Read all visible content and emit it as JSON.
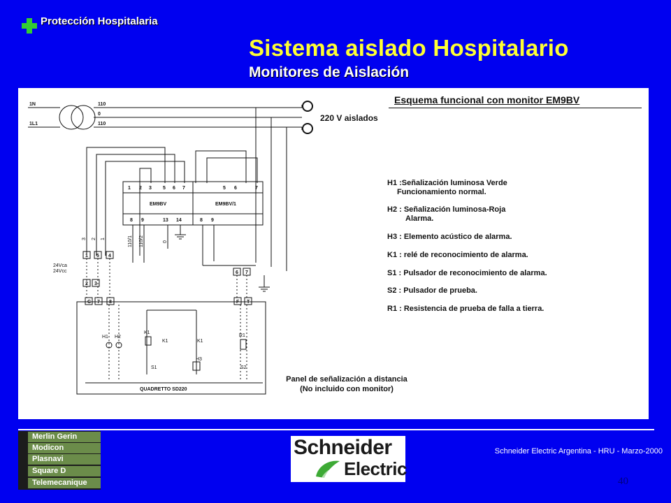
{
  "header": {
    "brand": "Protección Hospitalaria",
    "title": "Sistema aislado Hospitalario",
    "subtitle": "Monitores de Aislación"
  },
  "diagram": {
    "schema_title": "Esquema funcional con monitor EM9BV",
    "voltage_label": "220 V aislados",
    "panel_caption_line1": "Panel de señalización a distancia",
    "panel_caption_line2": "(No incluido con monitor)",
    "legend": [
      {
        "line1": "H1 :Señalización luminosa Verde",
        "line2": "Funcionamiento normal."
      },
      {
        "line1": "H2 : Señalización luminosa-Roja",
        "line2": "Alarma."
      },
      {
        "line1": "H3 : Elemento acústico de alarma.",
        "line2": ""
      },
      {
        "line1": "K1 : relé de reconocimiento de alarma.",
        "line2": ""
      },
      {
        "line1": "S1 : Pulsador de reconocimiento de alarma.",
        "line2": ""
      },
      {
        "line1": "S2 : Pulsador de prueba.",
        "line2": ""
      },
      {
        "line1": "R1 : Resistencia de prueba de falla a tierra.",
        "line2": ""
      }
    ],
    "schematic": {
      "line_labels": [
        "1N",
        "1L1",
        "110",
        "0",
        "110"
      ],
      "device1": "EM9BV",
      "device2": "EM9BV/1",
      "top_terminals_1": [
        "1",
        "2",
        "3",
        "5",
        "6",
        "7"
      ],
      "top_terminals_2": [
        "5",
        "6",
        "7"
      ],
      "bottom_terminals_1": [
        "8",
        "9",
        "13",
        "14"
      ],
      "bottom_terminals_2": [
        "8",
        "9"
      ],
      "wire_labels": [
        "3",
        "2",
        "1",
        "110/1",
        "110/2",
        "0"
      ],
      "supply_label_1": "24Vca",
      "supply_label_2": "24Vcc",
      "box_terminals_left": [
        "1",
        "5",
        "4"
      ],
      "box_terminals_2": [
        "2",
        "3"
      ],
      "box_terminals_right": [
        "6",
        "7"
      ],
      "panel_terminals": [
        "C",
        "7",
        "8",
        "F",
        "T"
      ],
      "components": [
        "H1",
        "H2",
        "K1",
        "K1",
        "K1",
        "H3",
        "S1",
        "R1",
        "S2"
      ],
      "panel_name": "QUADRETTO SD220"
    }
  },
  "footer": {
    "credit": "Schneider Electric Argentina - HRU - Marzo-2000",
    "page_number": "40",
    "schneider_line1": "Schneider",
    "schneider_line2": "Electric",
    "brands": [
      "Merlin Gerin",
      "Modicon",
      "Plasnavi",
      "Square D",
      "Telemecanique"
    ]
  },
  "colors": {
    "background": "#0000f0",
    "title": "#ffff33",
    "cross": "#33cc33",
    "brand_rows": "#6b8c4a"
  }
}
